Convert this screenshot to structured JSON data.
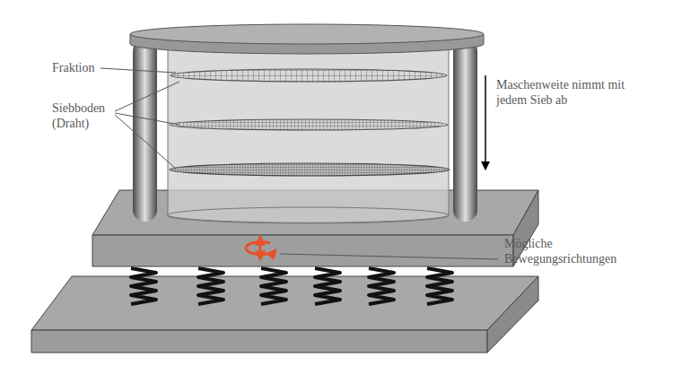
{
  "diagram": {
    "labels": [
      "Fraktion",
      "Siebboden (Draht)",
      "Maschenweite nimmt mit jedem Sieb ab",
      "Mögliche Bewegungsrichtungen"
    ]
  }
}
